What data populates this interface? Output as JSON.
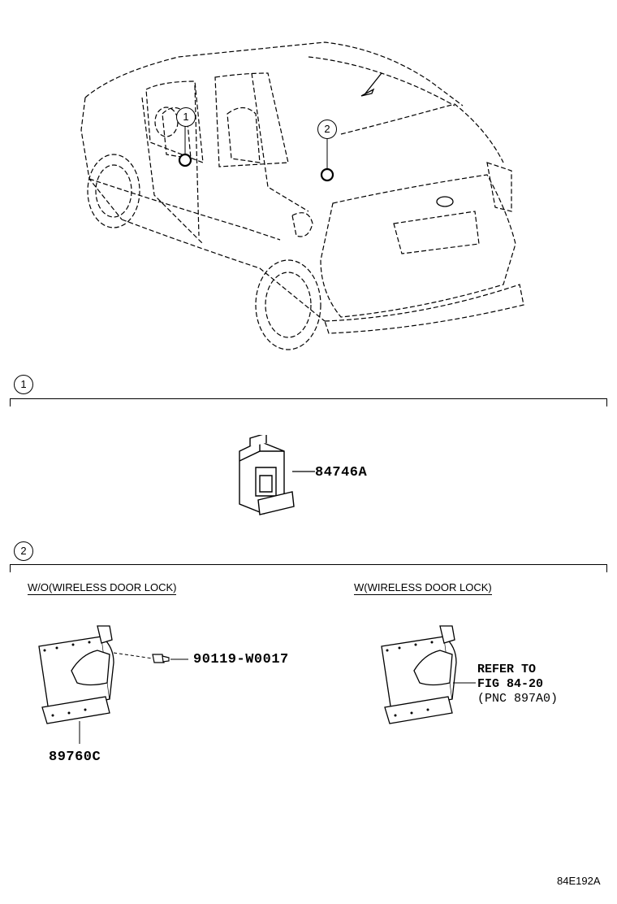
{
  "callouts": {
    "one": "1",
    "two": "2"
  },
  "section1": {
    "callout": "1",
    "part_number": "84746A"
  },
  "section2": {
    "callout": "2",
    "left": {
      "variant_label": "W/O(WIRELESS DOOR LOCK)",
      "bolt_part": "90119-W0017",
      "ecu_part": "89760C"
    },
    "right": {
      "variant_label": "W(WIRELESS DOOR LOCK)",
      "refer_line1": "REFER TO",
      "refer_line2": "FIG 84-20",
      "refer_line3": "(PNC 897A0)"
    }
  },
  "illustration_code": "84E192A"
}
